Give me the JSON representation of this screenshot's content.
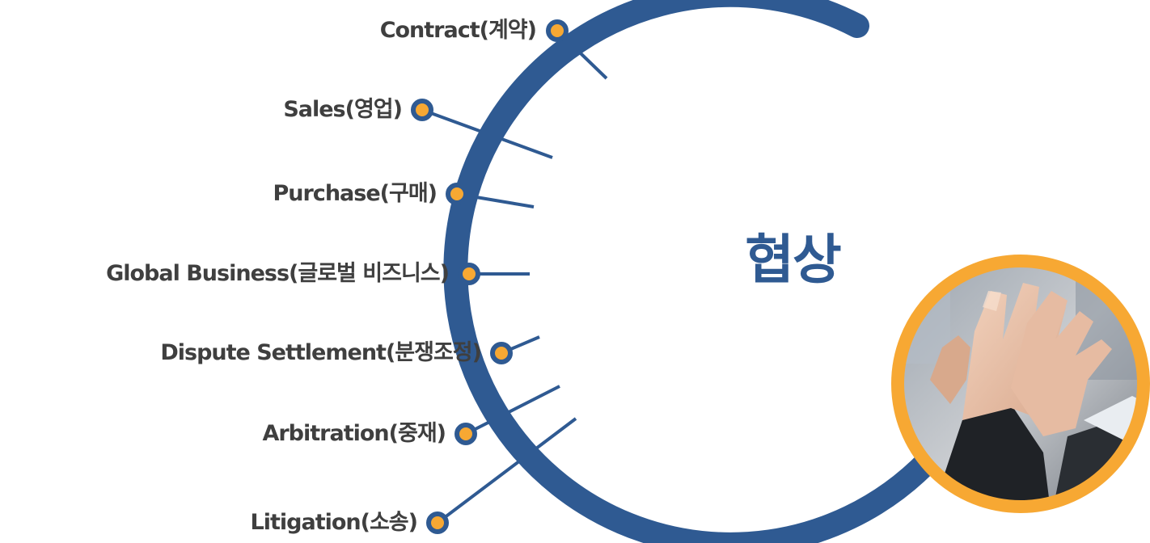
{
  "center_title": "협상",
  "colors": {
    "arc": "#2f5a92",
    "dot_fill": "#f7a833",
    "dot_stroke": "#2f5a92",
    "connector": "#2f5a92",
    "photo_ring": "#f7a833"
  },
  "items": [
    {
      "label": "Contract(계약)"
    },
    {
      "label": "Sales(영업)"
    },
    {
      "label": "Purchase(구매)"
    },
    {
      "label": "Global Business(글로벌 비즈니스)"
    },
    {
      "label": "Dispute Settlement(분쟁조정)"
    },
    {
      "label": "Arbitration(중재)"
    },
    {
      "label": "Litigation(소송)"
    }
  ],
  "photo": {
    "subject": "hands high-five photo",
    "icon": "handshake-photo"
  }
}
